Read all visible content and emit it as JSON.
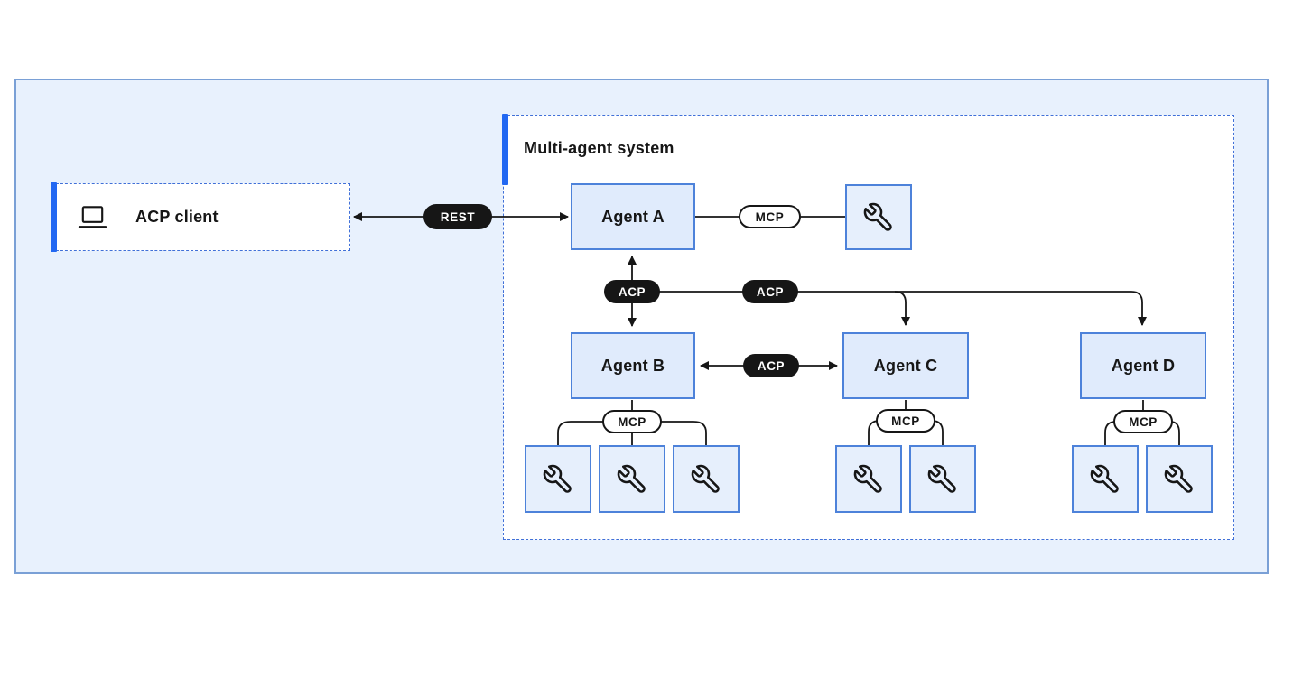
{
  "diagram": {
    "client": {
      "label": "ACP client"
    },
    "system": {
      "title": "Multi-agent system"
    },
    "agents": [
      {
        "id": "agent-a",
        "label": "Agent A",
        "tool_count": 1
      },
      {
        "id": "agent-b",
        "label": "Agent B",
        "tool_count": 3
      },
      {
        "id": "agent-c",
        "label": "Agent C",
        "tool_count": 2
      },
      {
        "id": "agent-d",
        "label": "Agent D",
        "tool_count": 2
      }
    ],
    "protocols": {
      "rest": "REST",
      "acp": "ACP",
      "mcp": "MCP"
    },
    "icons": {
      "client": "laptop-icon",
      "tool": "wrench-icon"
    },
    "colors": {
      "canvas_bg": "#e8f1fd",
      "canvas_border": "#7aa0d6",
      "accent_blue": "#2268f2",
      "dashed_border": "#4070d8",
      "node_fill": "#e0ebfc",
      "node_border": "#4d82da",
      "ink": "#161616",
      "pill_dark_bg": "#161616",
      "pill_dark_text": "#ffffff",
      "pill_light_bg": "#ffffff"
    }
  }
}
